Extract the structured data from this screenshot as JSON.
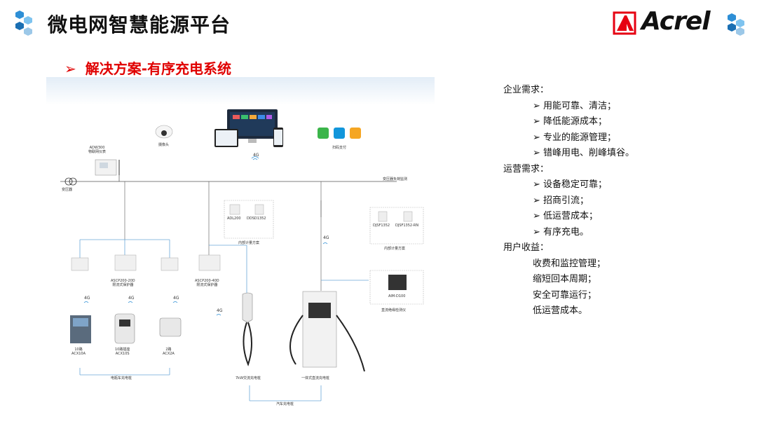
{
  "header": {
    "title": "微电网智慧能源平台",
    "brand": "Acrel",
    "brand_color": "#e60012"
  },
  "subtitle": {
    "arrow": "➢",
    "text": "解决方案-有序充电系统"
  },
  "diagram": {
    "labels": {
      "gateway": "ADW300\n物联网仪表",
      "transformer": "变压器",
      "camera": "摄像头",
      "payment": "扫码支付",
      "monitor_line": "变压器负荷监测",
      "adl200": "ADL200",
      "dds1352": "DDSD1352",
      "meter_ac": "内部计量方案",
      "djsf1": "DJSF1352",
      "djsf2": "DJSF1352-RN",
      "meter_dc": "内部计量方案",
      "ascp_left": "ASCP200-20D\n限流式保护器",
      "ascp_mid": "ASCP200-40D\n限流式保护器",
      "acx10a": "10路\nACX10A",
      "acx10s": "10路插座\nACX10S",
      "acx2a": "2路\nACX2A",
      "ebike": "电瓶车充电桩",
      "ac_pile": "7kW交流充电桩",
      "dc_pile": "一体式直流充电桩",
      "car": "汽车充电桩",
      "awd": "AIM-D100",
      "awd_desc": "直流绝缘检测仪",
      "g4": "4G"
    }
  },
  "requirements": {
    "enterprise_title": "企业需求：",
    "enterprise": [
      "用能可靠、清洁；",
      "降低能源成本；",
      "专业的能源管理；",
      "错峰用电、削峰填谷。"
    ],
    "operation_title": "运营需求：",
    "operation": [
      "设备稳定可靠；",
      "招商引流；",
      "低运营成本；",
      "有序充电。"
    ],
    "user_title": "用户收益：",
    "user": [
      "收费和监控管理；",
      "缩短回本周期；",
      "安全可靠运行；",
      "低运营成本。"
    ],
    "bullet": "➢"
  }
}
